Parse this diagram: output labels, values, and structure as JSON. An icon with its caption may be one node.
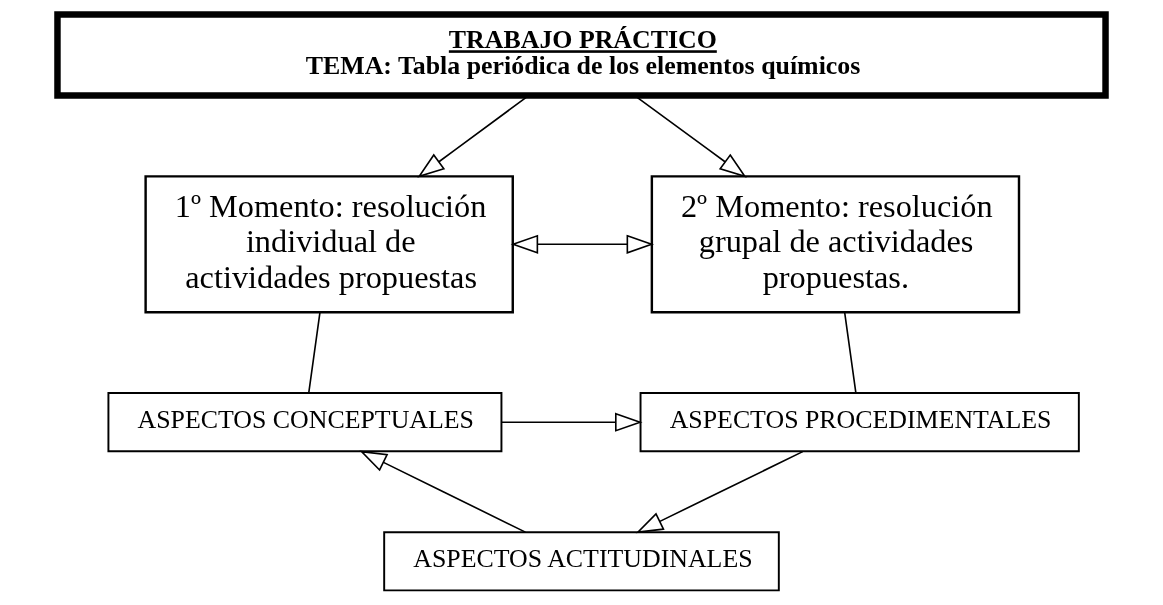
{
  "diagram": {
    "nodes": [
      {
        "text": [
          "TRABAJO PRÁCTICO",
          "TEMA: Tabla periódica de los elementos químicos"
        ]
      },
      {
        "text": [
          "1º Momento: resolución individual de actividades propuestas"
        ]
      },
      {
        "text": [
          "2º Momento: resolución grupal de actividades propuestas."
        ]
      },
      {
        "text": [
          "ASPECTOS CONCEPTUALES"
        ]
      },
      {
        "text": [
          "ASPECTOS PROCEDIMENTALES"
        ]
      },
      {
        "text": [
          "ASPECTOS ACTITUDINALES"
        ]
      }
    ],
    "edges": [
      {
        "from": 0,
        "to": 1,
        "arrow": "to"
      },
      {
        "from": 0,
        "to": 2,
        "arrow": "to"
      },
      {
        "from": 1,
        "to": 2,
        "arrow": "both"
      },
      {
        "from": 1,
        "to": 3,
        "arrow": "none"
      },
      {
        "from": 2,
        "to": 4,
        "arrow": "none"
      },
      {
        "from": 3,
        "to": 4,
        "arrow": "to"
      },
      {
        "from": 5,
        "to": 3,
        "arrow": "to"
      },
      {
        "from": 4,
        "to": 5,
        "arrow": "to"
      }
    ]
  }
}
